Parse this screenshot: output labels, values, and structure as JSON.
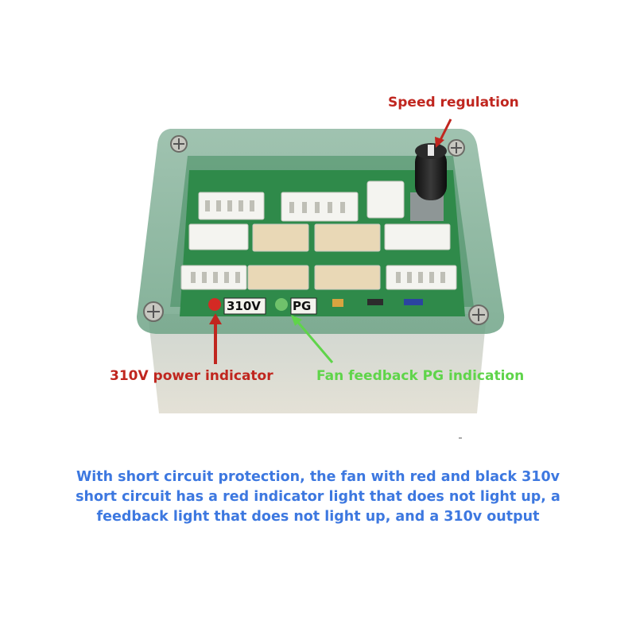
{
  "annotations": {
    "speed_regulation": "Speed regulation",
    "power_indicator": "310V power indicator",
    "pg_indicator": "Fan feedback PG indication"
  },
  "board": {
    "label_310v": "310V",
    "label_pg": "PG"
  },
  "description": {
    "line1": "With short circuit protection, the fan with red and black 310v",
    "line2": "short circuit has a red indicator light that does not light up, a",
    "line3": "feedback light that does not light up, and a 310v output"
  },
  "colors": {
    "red_annotation": "#c0261f",
    "green_annotation": "#5fd44a",
    "blue_text": "#3d78e0",
    "pcb_green": "#2f8a4a"
  }
}
